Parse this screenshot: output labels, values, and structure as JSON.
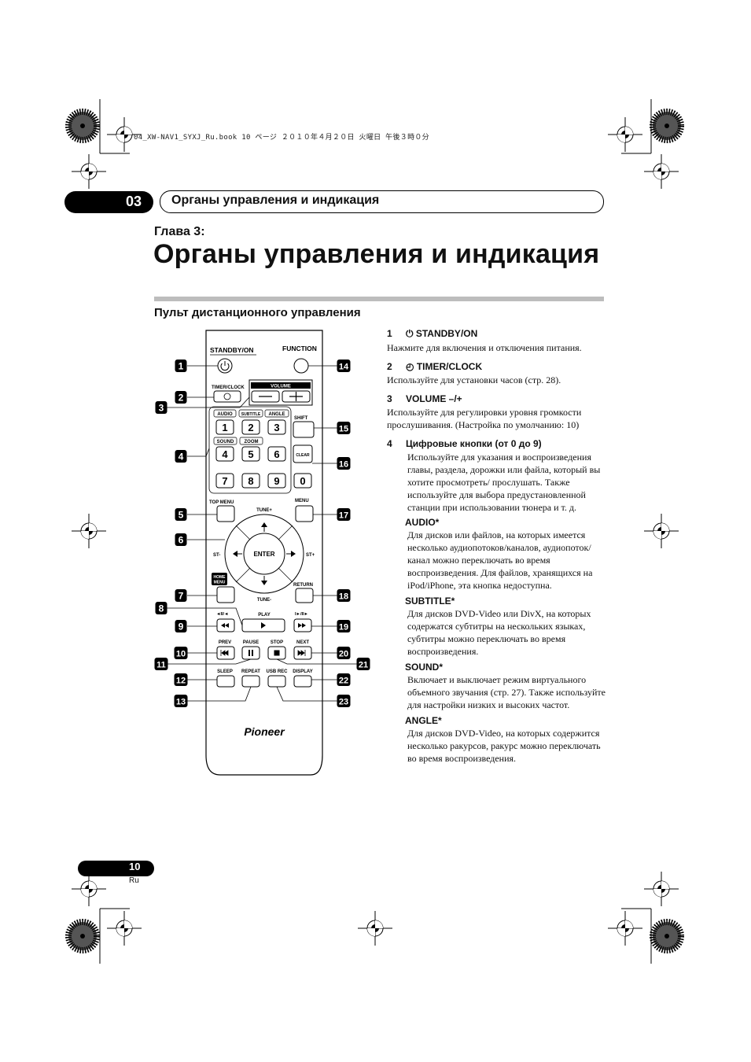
{
  "file_header": "04_XW-NAV1_SYXJ_Ru.book  10 ページ  ２０１０年４月２０日  火曜日  午後３時０分",
  "header": {
    "chapter_number": "03",
    "title": "Органы управления и индикация"
  },
  "chapter_label": "Глава 3:",
  "page_title": "Органы управления и индикация",
  "section_title": "Пульт дистанционного управления",
  "remote": {
    "labels": {
      "standby": "STANDBY/ON",
      "function": "FUNCTION",
      "timer": "TIMER/CLOCK",
      "volume": "VOLUME",
      "audio": "AUDIO",
      "subtitle": "SUBTITLE",
      "angle": "ANGLE",
      "shift": "SHIFT",
      "sound": "SOUND",
      "zoom": "ZOOM",
      "clear": "CLEAR",
      "top_menu": "TOP MENU",
      "menu": "MENU",
      "tune_plus": "TUNE+",
      "tune_minus": "TUNE-",
      "st_minus": "ST-",
      "st_plus": "ST+",
      "enter": "ENTER",
      "home_menu_1": "HOME",
      "home_menu_2": "MENU",
      "return": "RETURN",
      "play": "PLAY",
      "slow_rev": "◄II/◄",
      "slow_fwd": "I►/II►",
      "prev": "PREV",
      "pause": "PAUSE",
      "stop": "STOP",
      "next": "NEXT",
      "sleep": "SLEEP",
      "repeat": "REPEAT",
      "usb_rec": "USB REC",
      "display": "DISPLAY",
      "brand": "Pioneer"
    },
    "digits": [
      "1",
      "2",
      "3",
      "4",
      "5",
      "6",
      "7",
      "8",
      "9",
      "0"
    ],
    "callouts": [
      "1",
      "2",
      "3",
      "4",
      "5",
      "6",
      "7",
      "8",
      "9",
      "10",
      "11",
      "12",
      "13",
      "14",
      "15",
      "16",
      "17",
      "18",
      "19",
      "20",
      "21",
      "22",
      "23"
    ]
  },
  "items": [
    {
      "num": "1",
      "heading": "STANDBY/ON",
      "text": "Нажмите для включения и отключения питания."
    },
    {
      "num": "2",
      "heading": "TIMER/CLOCK",
      "text": "Используйте для установки часов (стр. 28)."
    },
    {
      "num": "3",
      "heading": "VOLUME –/+",
      "text": "Используйте для регулировки уровня громкости прослушивания. (Настройка по умолчанию: 10)"
    },
    {
      "num": "4",
      "heading": "Цифровые кнопки (от 0 до 9)",
      "text": "Используйте для указания и воспроизведения главы, раздела, дорожки или файла, который вы хотите просмотреть/ прослушать. Также используйте для выбора предустановленной станции при использовании тюнера и т. д."
    }
  ],
  "subitems": [
    {
      "heading": "AUDIO*",
      "text": "Для дисков или файлов, на которых имеется несколько аудиопотоков/каналов, аудиопоток/канал можно переключать во время воспроизведения. Для файлов, хранящихся на iPod/iPhone, эта кнопка недоступна."
    },
    {
      "heading": "SUBTITLE*",
      "text": "Для дисков DVD-Video или DivX, на которых содержатся субтитры на нескольких языках, субтитры можно переключать во время воспроизведения."
    },
    {
      "heading": "SOUND*",
      "text": "Включает и выключает режим виртуального объемного звучания (стр. 27). Также используйте для настройки низких и высоких частот."
    },
    {
      "heading": "ANGLE*",
      "text": "Для дисков DVD-Video, на которых содержится несколько ракурсов, ракурс можно переключать во время воспроизведения."
    }
  ],
  "page_number": "10",
  "page_lang": "Ru"
}
